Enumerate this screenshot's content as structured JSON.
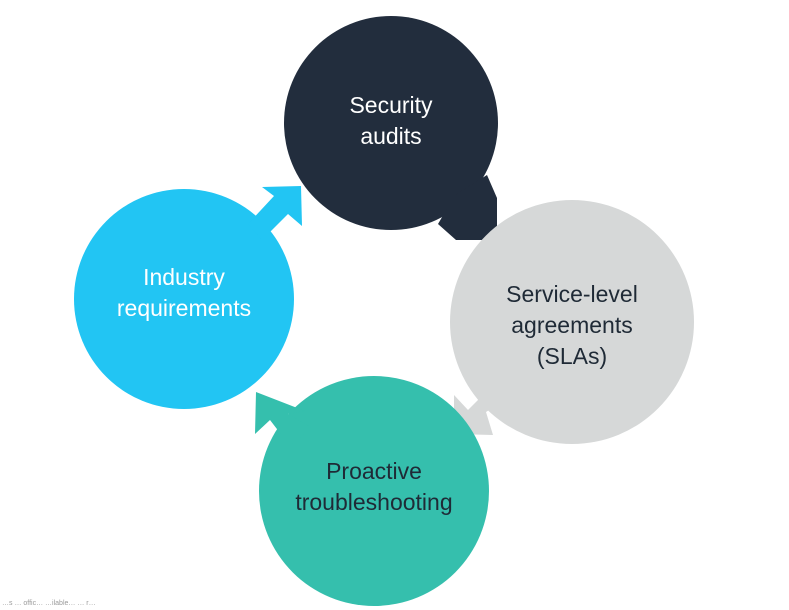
{
  "diagram": {
    "type": "cycle",
    "colors": {
      "security": "#222d3d",
      "sla": "#d6d8d8",
      "proactive": "#35bfad",
      "industry": "#22c5f3",
      "text_dark": "#1f2a36",
      "text_light": "#ffffff"
    },
    "nodes": {
      "security": {
        "lines": [
          "Security",
          "audits"
        ]
      },
      "sla": {
        "lines": [
          "Service-level",
          "agreements",
          "(SLAs)"
        ]
      },
      "proactive": {
        "lines": [
          "Proactive",
          "troubleshooting"
        ]
      },
      "industry": {
        "lines": [
          "Industry",
          "requirements"
        ]
      }
    }
  },
  "footnote": "…s … offic… …ilable… … r…"
}
